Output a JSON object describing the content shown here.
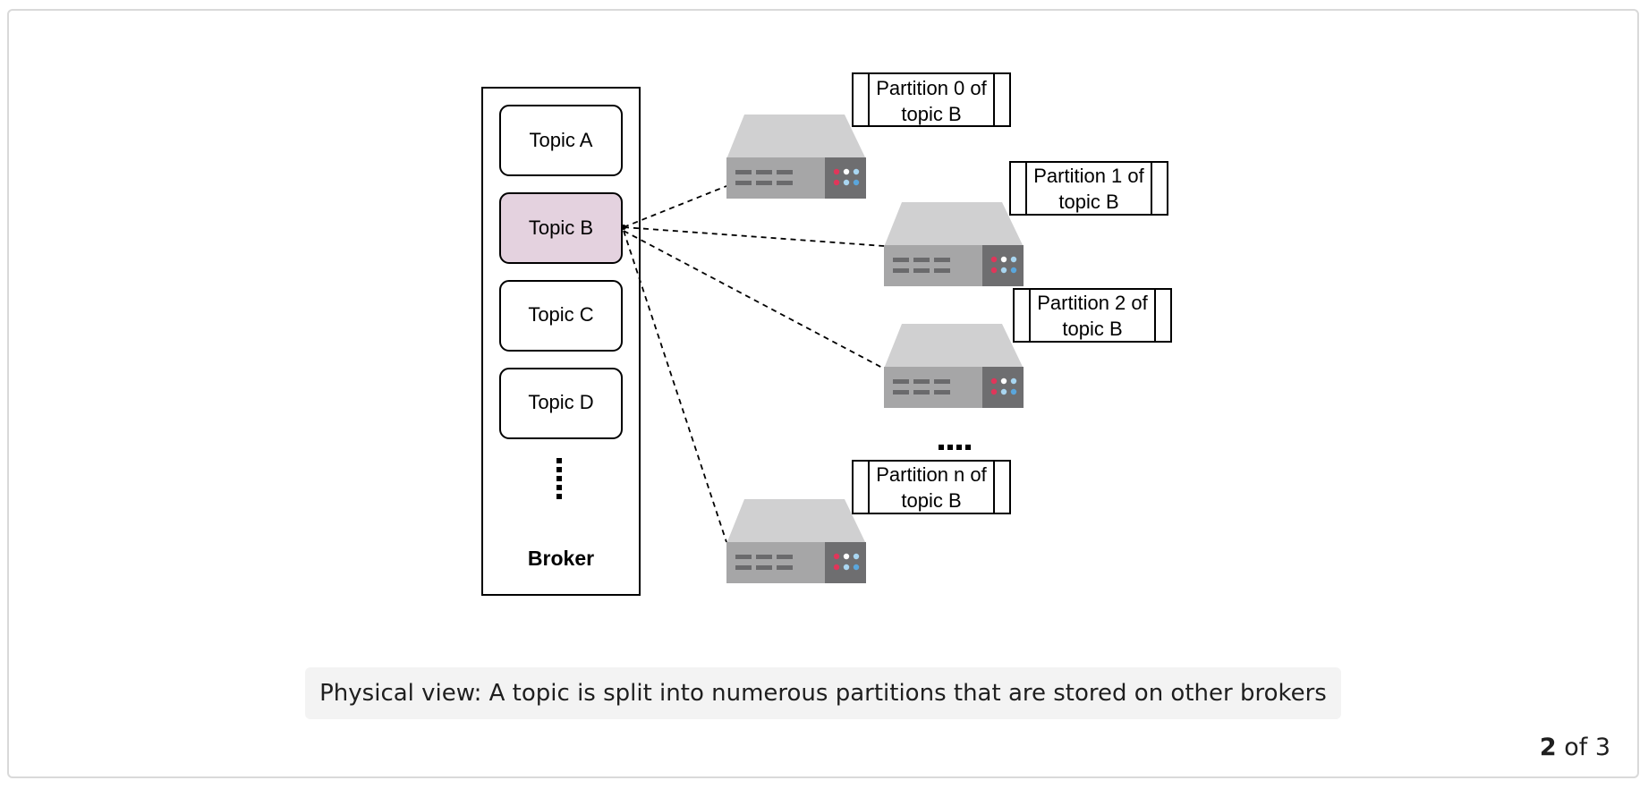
{
  "diagram": {
    "broker": {
      "label": "Broker",
      "topics": [
        {
          "label": "Topic A",
          "highlighted": false
        },
        {
          "label": "Topic B",
          "highlighted": true
        },
        {
          "label": "Topic C",
          "highlighted": false
        },
        {
          "label": "Topic D",
          "highlighted": false
        }
      ],
      "more_marker": "⋮"
    },
    "partitions": [
      {
        "line1": "Partition 0 of",
        "line2": "topic B"
      },
      {
        "line1": "Partition 1 of",
        "line2": "topic B"
      },
      {
        "line1": "Partition 2 of",
        "line2": "topic B"
      },
      {
        "line1": "Partition n of",
        "line2": "topic B"
      }
    ],
    "more_servers_marker": "....",
    "colors": {
      "highlight": "#e4d2df",
      "server_top": "#d0d0d1",
      "server_body": "#a6a6a7",
      "server_panel": "#6e6e70",
      "led_red": "#e0365a",
      "led_white": "#ffffff",
      "led_blue": "#5aa6dc",
      "led_lightblue": "#a9d6f1"
    }
  },
  "caption": "Physical view: A topic is split into numerous partitions that are stored on other brokers",
  "pager": {
    "current": "2",
    "separator": "of",
    "total": "3"
  }
}
